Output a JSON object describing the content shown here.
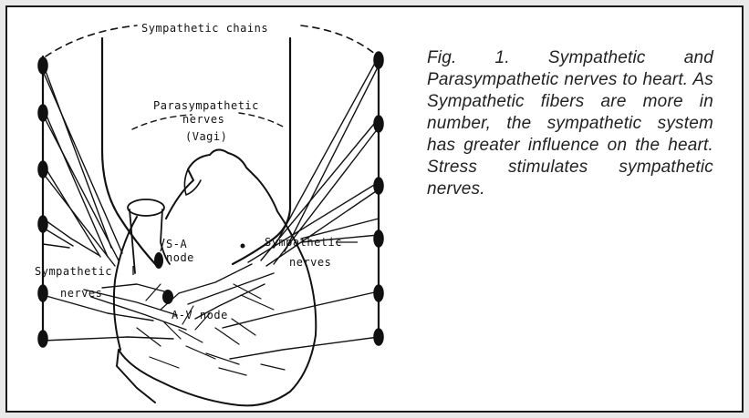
{
  "diagram": {
    "labels": {
      "sympathetic_chains": "Sympathetic chains",
      "parasympathetic_line1": "Parasympathetic",
      "parasympathetic_line2": "nerves",
      "parasympathetic_line3": "(Vagi)",
      "sa_line1": "S-A",
      "sa_line2": "node",
      "sympathetic_right_line1": "Sympathetic",
      "sympathetic_right_line2": "nerves",
      "sympathetic_left_line1": "Sympathetic",
      "sympathetic_left_line2": "nerves",
      "av_node": "A-V node"
    }
  },
  "caption": {
    "text": "Fig. 1. Sympathetic and Parasympathetic nerves to heart. As Sympathetic fibers are more in number, the sympathetic system has greater influence on the heart. Stress stimulates sympathetic nerves."
  }
}
